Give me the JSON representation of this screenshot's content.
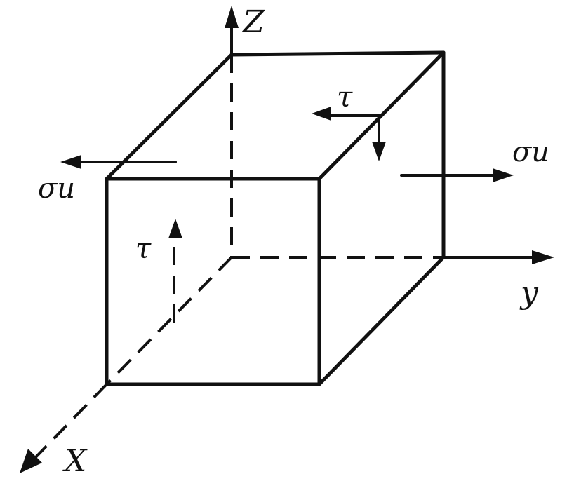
{
  "axes": {
    "z_label": "Z",
    "y_label": "y",
    "x_label": "X"
  },
  "stresses": {
    "normal_left": "σи",
    "normal_right": "σи",
    "shear_top": "τ",
    "shear_side": "τ"
  }
}
